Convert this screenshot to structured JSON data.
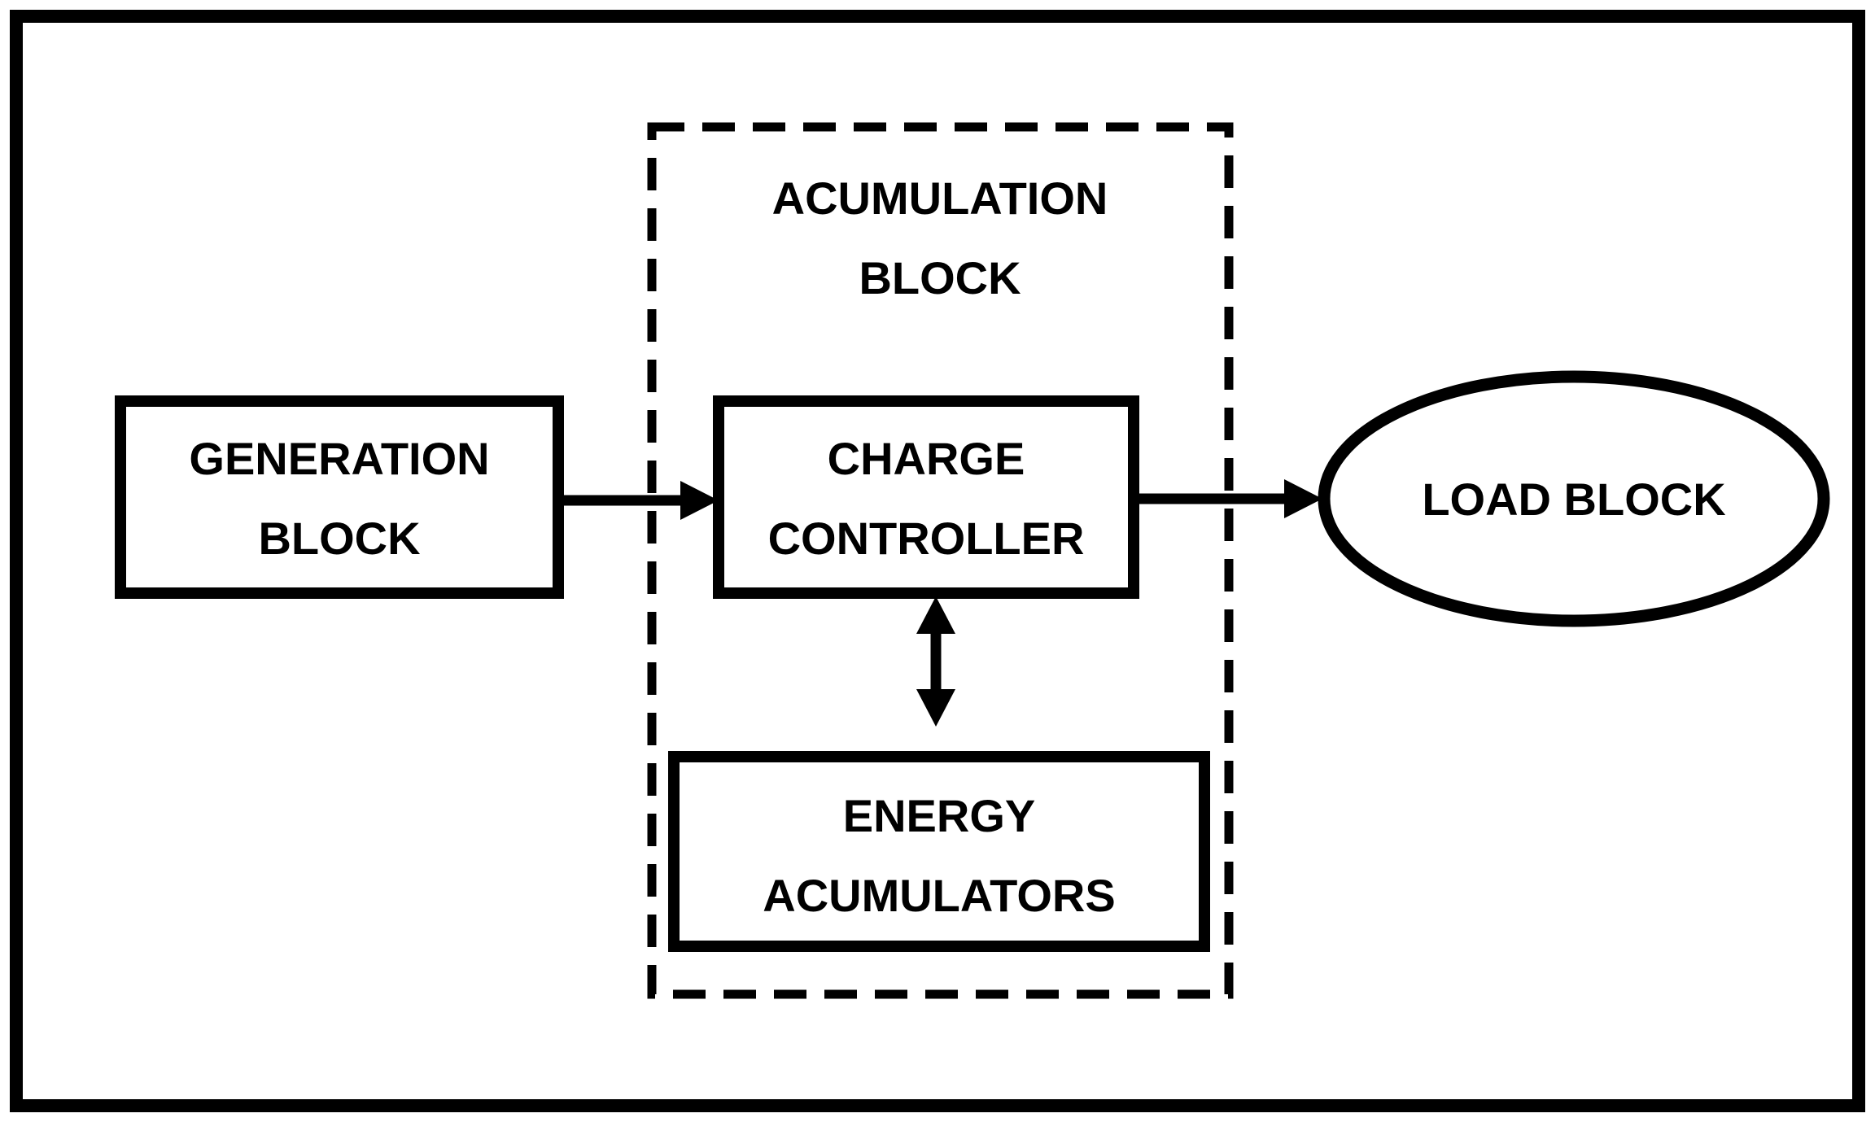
{
  "diagram": {
    "type": "block-diagram",
    "colors": {
      "background": "#ffffff",
      "stroke": "#000000",
      "text": "#000000"
    },
    "nodes": {
      "generation_block": {
        "shape": "rectangle",
        "border": "solid",
        "lines": [
          "GENERATION",
          "BLOCK"
        ]
      },
      "accumulation_block": {
        "shape": "rectangle",
        "border": "dashed",
        "role": "container",
        "lines": [
          "ACUMULATION",
          "BLOCK"
        ]
      },
      "charge_controller": {
        "shape": "rectangle",
        "border": "solid",
        "lines": [
          "CHARGE",
          "CONTROLLER"
        ]
      },
      "energy_accumulators": {
        "shape": "rectangle",
        "border": "solid",
        "lines": [
          "ENERGY",
          "ACUMULATORS"
        ]
      },
      "load_block": {
        "shape": "ellipse",
        "border": "solid",
        "lines": [
          "LOAD BLOCK"
        ]
      }
    },
    "connections": [
      {
        "from": "generation_block",
        "to": "charge_controller",
        "direction": "one-way"
      },
      {
        "from": "charge_controller",
        "to": "load_block",
        "direction": "one-way"
      },
      {
        "from": "charge_controller",
        "to": "energy_accumulators",
        "direction": "two-way"
      }
    ]
  }
}
